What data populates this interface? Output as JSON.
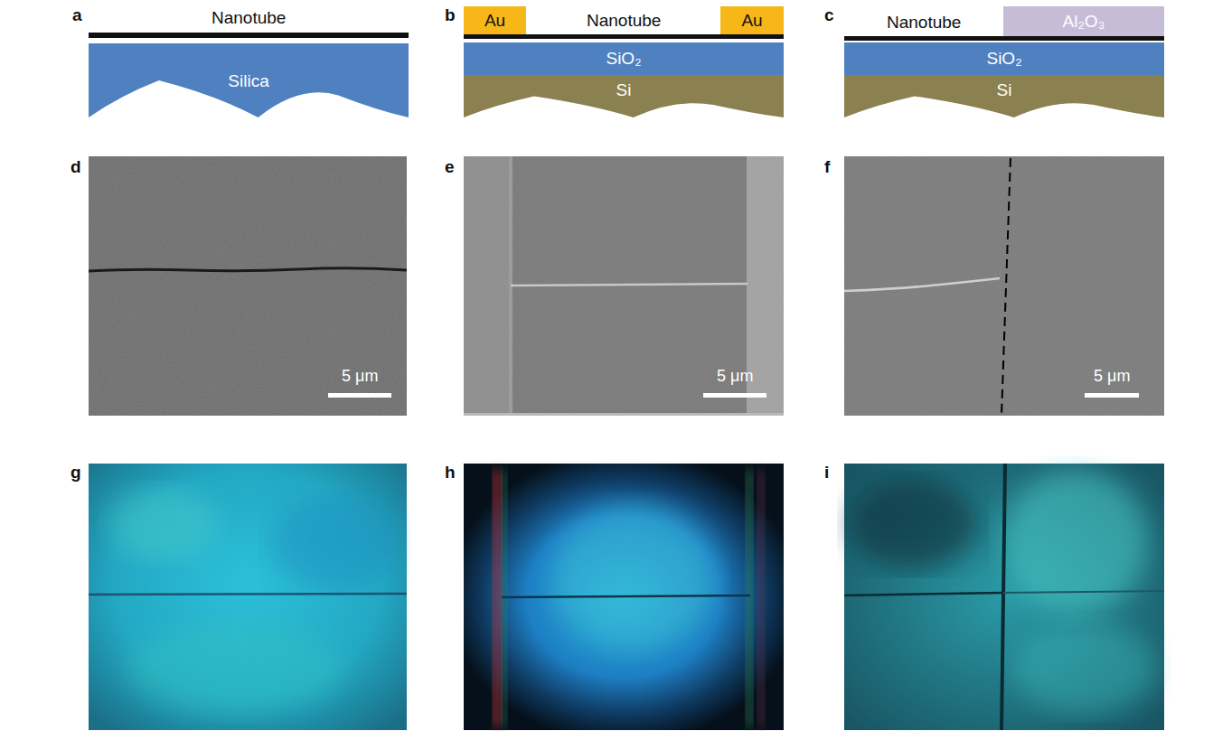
{
  "diagram": {
    "nodes": [
      {
        "text": [
          "Silica"
        ]
      },
      {
        "text": [
          "Au"
        ]
      },
      {
        "text": [
          "Au"
        ]
      },
      {
        "text": [
          "SiO₂"
        ]
      },
      {
        "text": [
          "Si"
        ]
      },
      {
        "text": [
          "Al₂O₃"
        ]
      },
      {
        "text": [
          "SiO₂"
        ]
      },
      {
        "text": [
          "Si"
        ]
      }
    ],
    "labels": [
      "a",
      "b",
      "c",
      "Nanotube",
      "Nanotube",
      "Nanotube",
      "d",
      "e",
      "f",
      "5 μm",
      "5 μm",
      "5 μm",
      "g",
      "h",
      "i"
    ]
  }
}
